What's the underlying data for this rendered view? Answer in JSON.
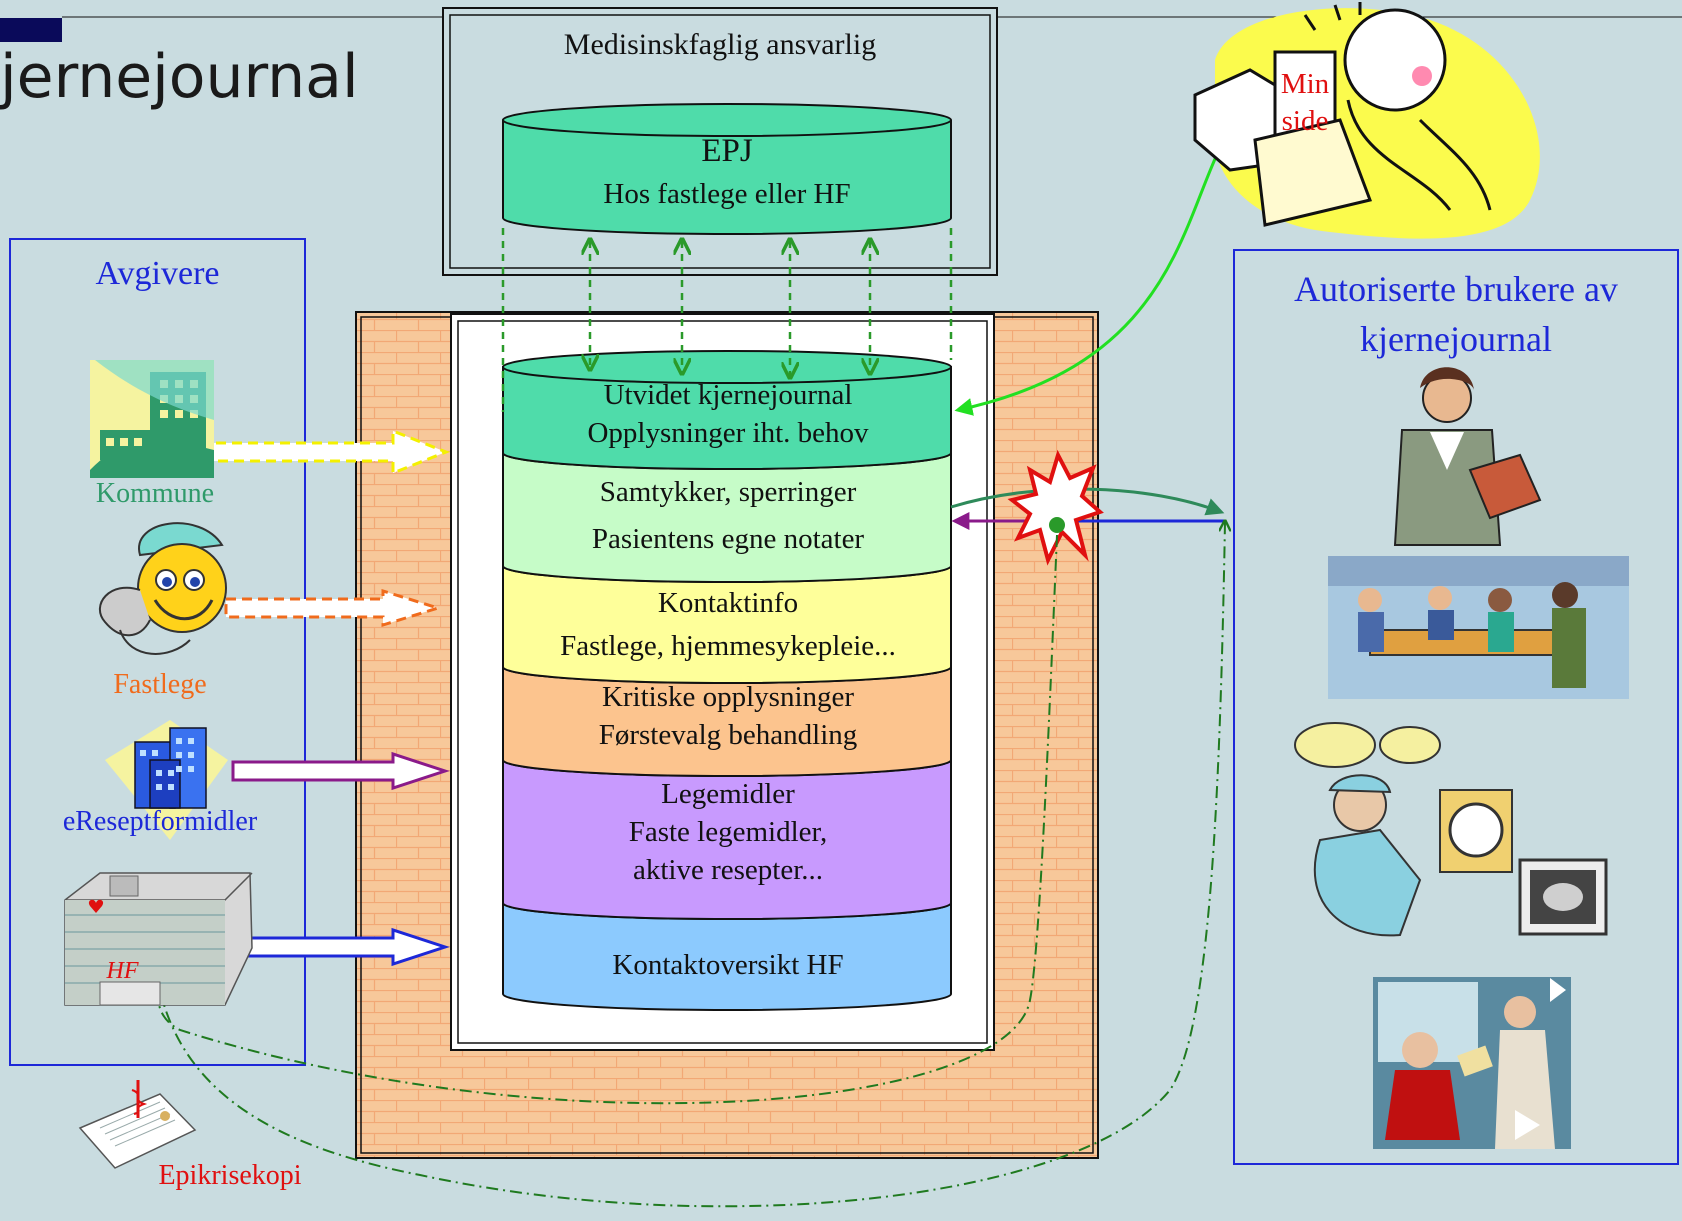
{
  "title": "jernejournal",
  "top_box": {
    "heading": "Medisinskfaglig ansvarlig",
    "epj_title": "EPJ",
    "epj_sub": "Hos fastlege eller HF"
  },
  "layers": [
    {
      "line1": "Utvidet kjernejournal",
      "line2": "Opplysninger iht. behov",
      "color": "#4fdcaa"
    },
    {
      "line1": "Samtykker, sperringer",
      "line2": "Pasientens egne notater",
      "color": "#c6fcc8"
    },
    {
      "line1": "Kontaktinfo",
      "line2": "Fastlege, hjemmesykepleie...",
      "color": "#feff9a"
    },
    {
      "line1": "Kritiske opplysninger",
      "line2": "Førstevalg behandling",
      "color": "#fcc48e"
    },
    {
      "line1": "Legemidler",
      "line2": "Faste legemidler,",
      "line3": "aktive resepter...",
      "color": "#c89afe"
    },
    {
      "line1": "Kontaktoversikt HF",
      "color": "#8ccafe"
    }
  ],
  "left_panel": {
    "heading": "Avgivere",
    "kommune": "Kommune",
    "fastlege": "Fastlege",
    "ereseptformidler": "eReseptformidler",
    "hf": "HF"
  },
  "epikrise": "Epikrisekopi",
  "right_panel": {
    "heading_line1": "Autoriserte brukere av",
    "heading_line2": "kjernejournal"
  },
  "min_side": {
    "line1": "Min",
    "line2": "side"
  },
  "colors": {
    "background": "#c9dce0",
    "panel_border": "#1d28d8",
    "label_blue": "#1d28d8",
    "kommune_green": "#2f9a6a",
    "fastlege_orange": "#f06b1c",
    "red": "#e01010",
    "brick": "#f7c89a"
  }
}
